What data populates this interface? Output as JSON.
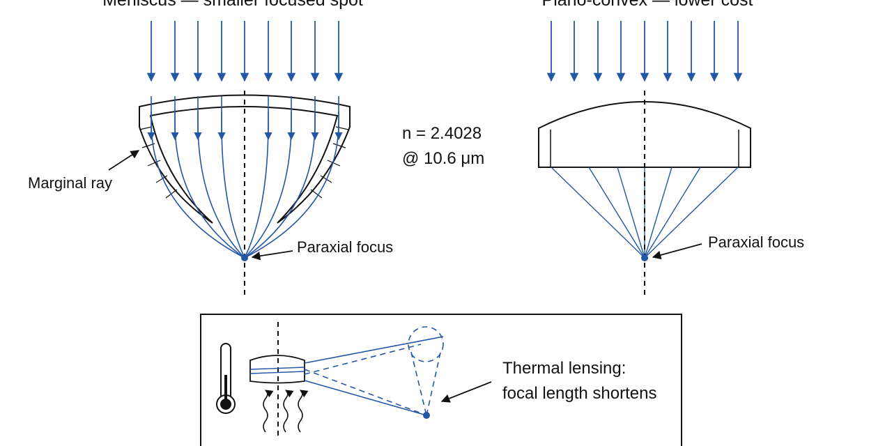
{
  "meniscus": {
    "title": "Meniscus — smaller focused spot",
    "marginal_ray_label": "Marginal ray",
    "focus_label": "Paraxial focus"
  },
  "refractive_index": {
    "line1": "n = 2.4028",
    "line2": "@ 10.6 μm"
  },
  "plano_convex": {
    "title": "Plano-convex — lower cost",
    "focus_label": "Paraxial focus"
  },
  "thermal": {
    "line1": "Thermal lensing:",
    "line2": "focal length shortens"
  },
  "icons": [
    "thermometer-icon",
    "heat-wave-icon"
  ],
  "colors": {
    "ray": "#2456a6",
    "ink": "#111111"
  }
}
